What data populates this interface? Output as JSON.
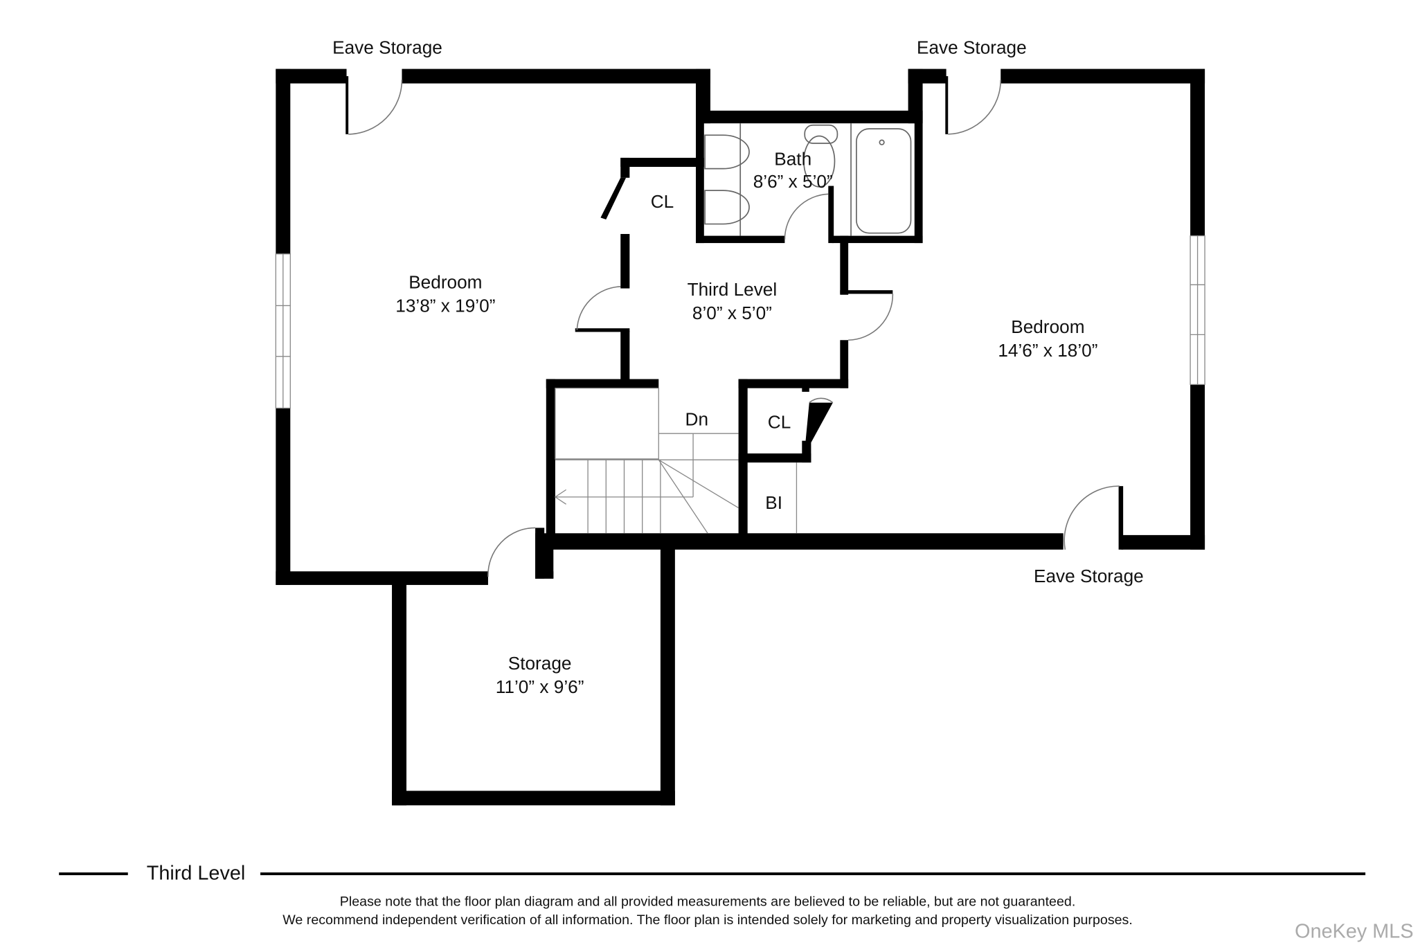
{
  "plan": {
    "level_title": "Third Level",
    "rooms": [
      {
        "name": "Bedroom",
        "dims": "13’8” x 19’0”"
      },
      {
        "name": "Bath",
        "dims": "8’6” x 5’0”"
      },
      {
        "name": "Third Level",
        "dims": "8’0” x 5’0”"
      },
      {
        "name": "Bedroom",
        "dims": "14’6” x 18’0”"
      },
      {
        "name": "Storage",
        "dims": "11’0” x 9’6”"
      }
    ],
    "labels": {
      "eave_top_left": "Eave Storage",
      "eave_top_right": "Eave Storage",
      "eave_bottom_right": "Eave Storage",
      "closet_left": "CL",
      "closet_right": "CL",
      "stairs_down": "Dn",
      "built_in": "BI"
    }
  },
  "footer": {
    "disclaimer_line1": "Please note that the floor plan diagram and all provided measurements are believed to be reliable, but are not guaranteed.",
    "disclaimer_line2": "We recommend independent verification of all information. The floor plan is intended solely for marketing and property visualization purposes.",
    "watermark": "OneKey MLS"
  }
}
